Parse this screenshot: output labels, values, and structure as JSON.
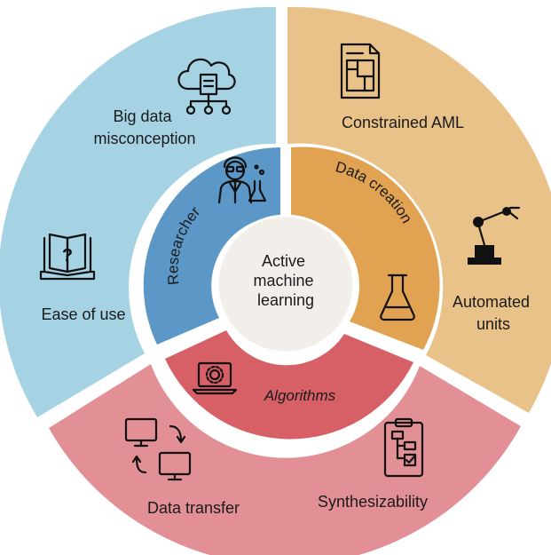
{
  "center": {
    "lines": [
      "Active",
      "machine",
      "learning"
    ]
  },
  "inner_ring": {
    "researcher": "Researcher",
    "data_creation": "Data creation",
    "algorithms": "Algorithms"
  },
  "outer_ring": {
    "big_data": [
      "Big data",
      "misconception"
    ],
    "ease_of_use": "Ease of use",
    "constrained_aml": "Constrained AML",
    "automated_units": [
      "Automated",
      "units"
    ],
    "data_transfer": "Data transfer",
    "synthesizability": "Synthesizability"
  },
  "icons": {
    "big_data": "cloud-network-icon",
    "ease_of_use": "book-question-icon",
    "constrained_aml": "document-layout-icon",
    "automated_units": "robot-arm-icon",
    "data_transfer": "monitors-transfer-icon",
    "synthesizability": "clipboard-flowchart-icon",
    "researcher": "scientist-icon",
    "data_creation": "flask-icon",
    "algorithms": "laptop-gear-icon"
  },
  "colors": {
    "outer_blue": "#a6d3e3",
    "outer_orange": "#e9c289",
    "outer_red": "#e29096",
    "inner_blue": "#5b97c7",
    "inner_orange": "#e1a251",
    "inner_red": "#d76067",
    "center": "#f2efeb"
  }
}
